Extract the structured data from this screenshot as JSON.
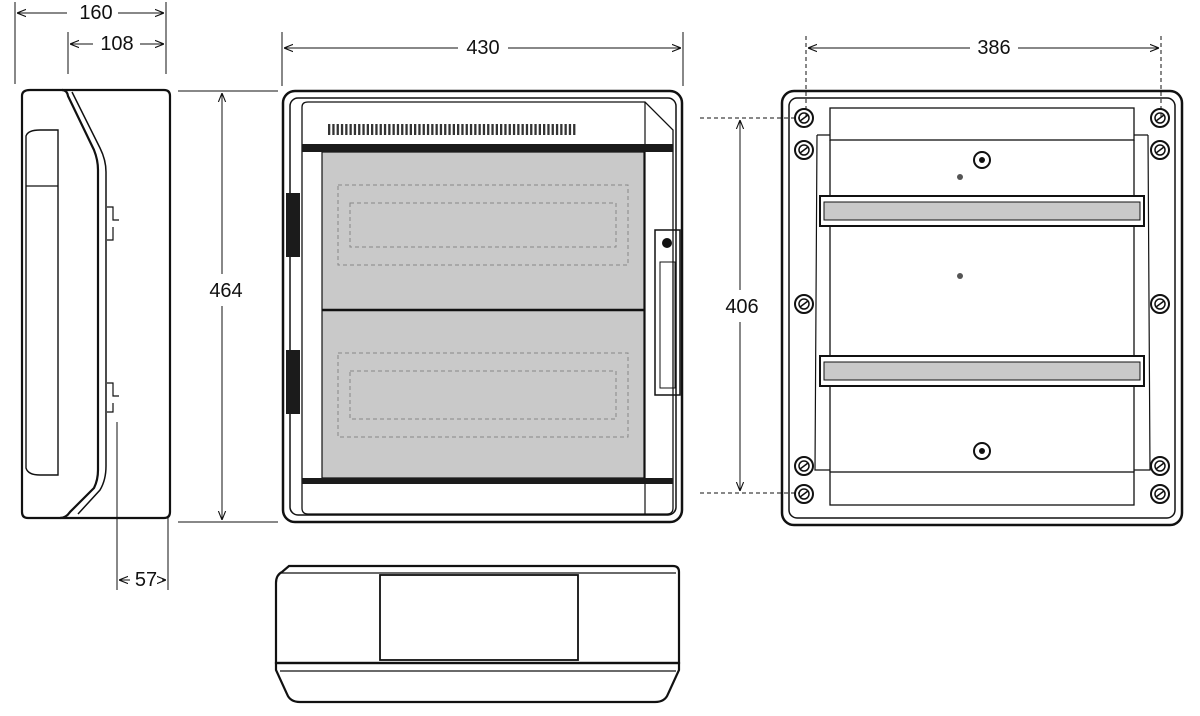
{
  "dimensions": {
    "depth_total": "160",
    "depth_partial": "108",
    "width": "430",
    "height": "464",
    "mount_width": "386",
    "mount_height": "406",
    "door_depth": "57"
  }
}
